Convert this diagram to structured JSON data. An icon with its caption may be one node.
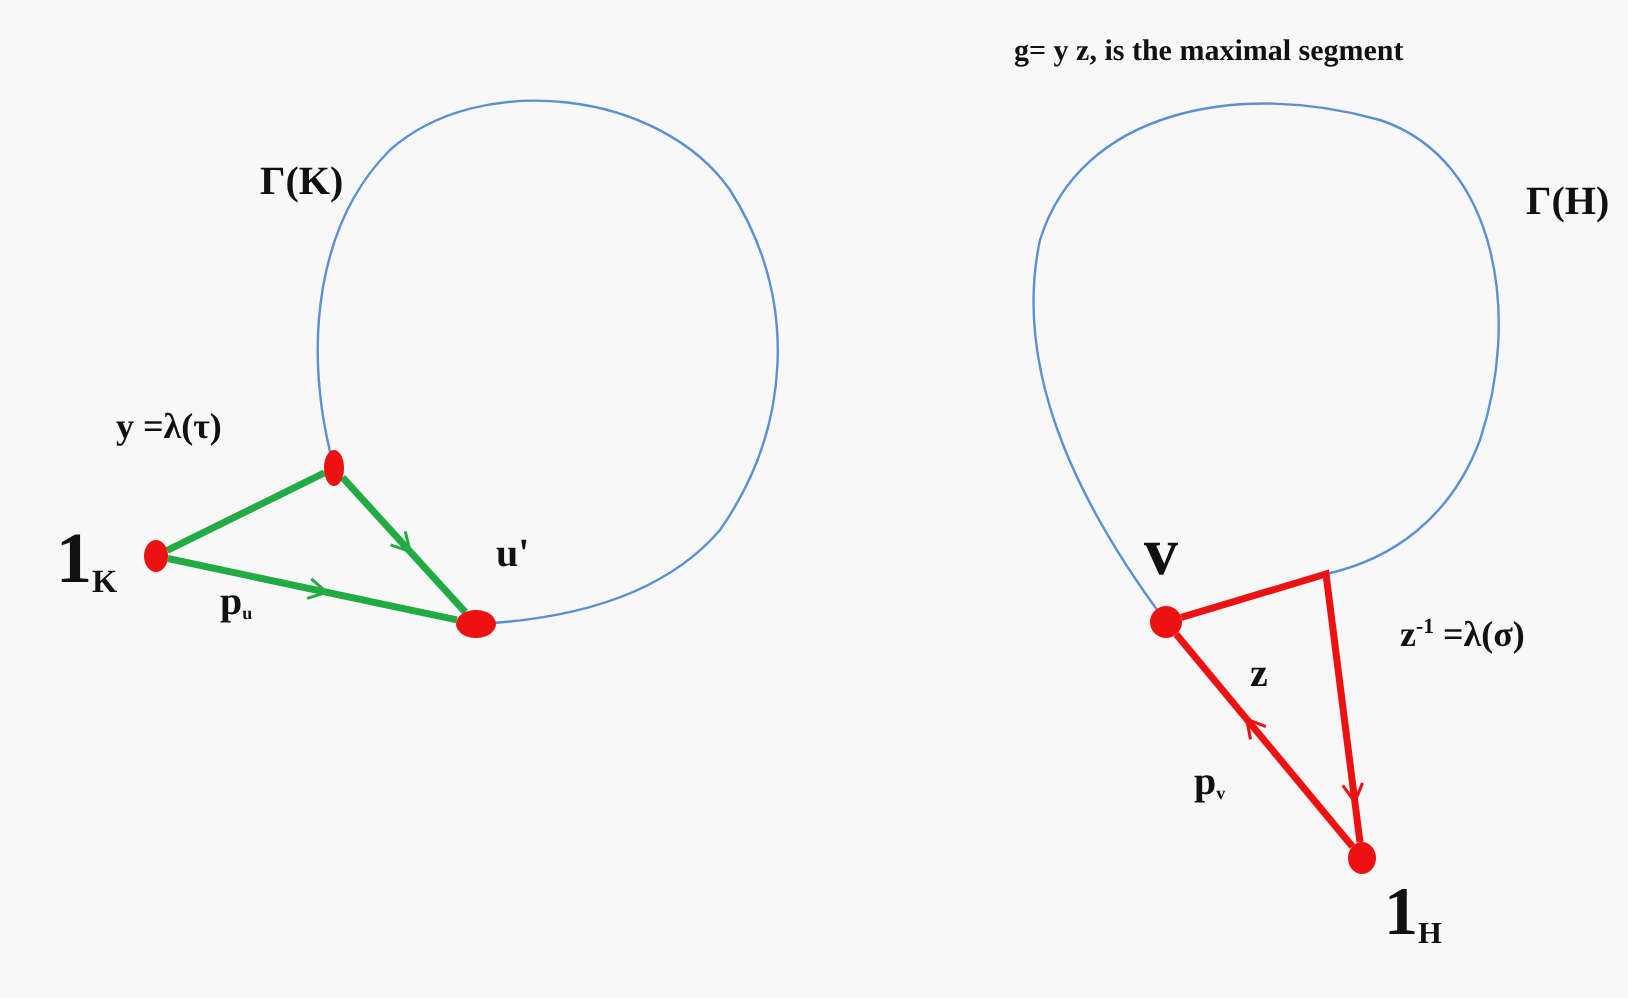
{
  "diagram": {
    "nodes": [
      {
        "text": [],
        "shape": "circle",
        "beside": [
          "1$_{K}$"
        ]
      },
      {
        "text": [],
        "shape": "circle",
        "beside": [
          "y =λ(τ)"
        ]
      },
      {
        "text": [],
        "shape": "circle",
        "beside": [
          "u'"
        ]
      },
      {
        "text": [],
        "shape": "circle",
        "beside": [
          "v"
        ]
      },
      {
        "text": [],
        "shape": "circle",
        "beside": [
          "1$_{H}$"
        ]
      }
    ],
    "edges": [
      {
        "from": 0,
        "to": 1,
        "arrow": "none"
      },
      {
        "from": 1,
        "to": 2,
        "arrow": "to"
      },
      {
        "from": 0,
        "to": 2,
        "arrow": "to"
      },
      {
        "from": 3,
        "to": 4,
        "arrow": "to",
        "color": "#ee1111"
      },
      {
        "from": 4,
        "to": 3,
        "arrow": "to",
        "color": "#ee1111"
      }
    ],
    "labels": [
      "g= y z, is the maximal segment",
      "Γ(K)",
      "Γ(H)",
      "p$_{u}$",
      "z",
      "z$^{-1}$ =λ(σ)",
      "p$_{v}$"
    ]
  }
}
